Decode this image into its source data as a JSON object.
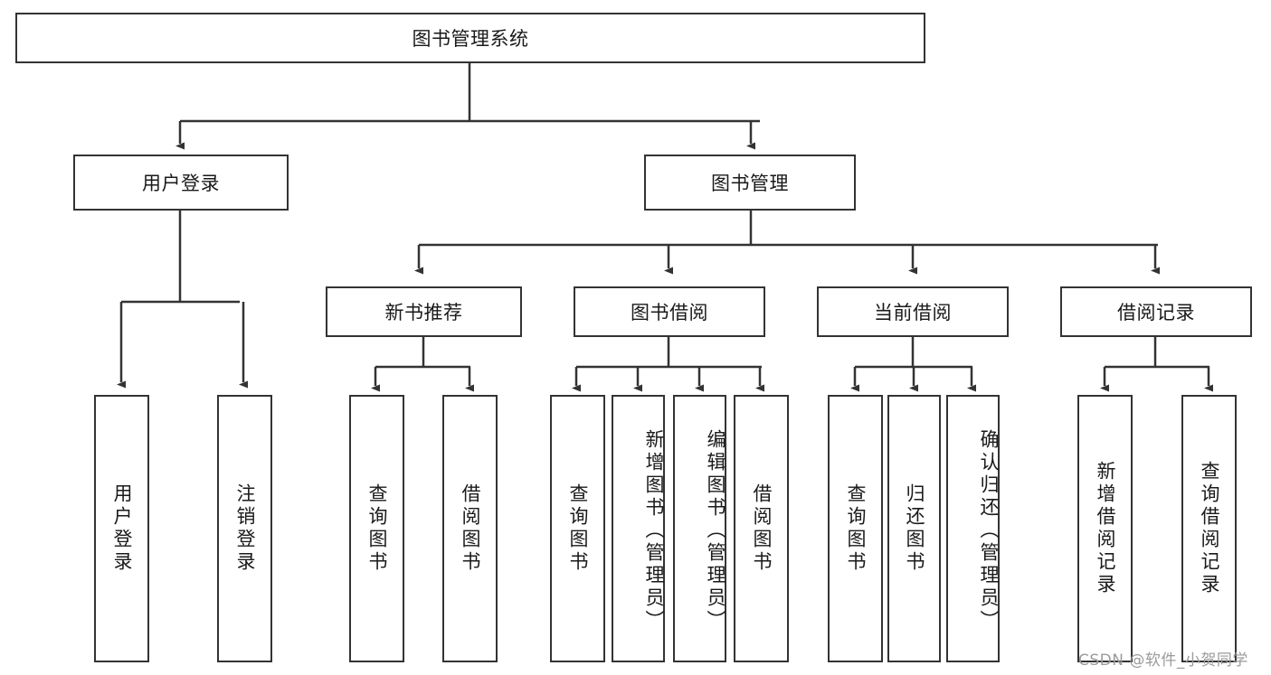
{
  "diagram": {
    "type": "tree-hierarchy",
    "title": "图书管理系统",
    "orientation": "top-down",
    "watermark": "CSDN @软件_小贺同学",
    "colors": {
      "border": "#333333",
      "background": "#ffffff",
      "text": "#1a1a1a",
      "watermark": "#9b9b9b"
    },
    "nodes": {
      "root": {
        "label": "图书管理系统",
        "level": 0
      },
      "level1": [
        {
          "id": "user-login",
          "label": "用户登录"
        },
        {
          "id": "book-management",
          "label": "图书管理"
        }
      ],
      "level2": [
        {
          "id": "new-book-recommend",
          "label": "新书推荐",
          "parent": "book-management"
        },
        {
          "id": "book-borrow",
          "label": "图书借阅",
          "parent": "book-management"
        },
        {
          "id": "current-borrow",
          "label": "当前借阅",
          "parent": "book-management"
        },
        {
          "id": "borrow-record",
          "label": "借阅记录",
          "parent": "book-management"
        }
      ],
      "leaves": [
        {
          "id": "leaf-user-login",
          "label": "用户登录",
          "parent": "user-login"
        },
        {
          "id": "leaf-logout",
          "label": "注销登录",
          "parent": "user-login"
        },
        {
          "id": "leaf-query-book-1",
          "label": "查询图书",
          "parent": "new-book-recommend"
        },
        {
          "id": "leaf-borrow-book-1",
          "label": "借阅图书",
          "parent": "new-book-recommend"
        },
        {
          "id": "leaf-query-book-2",
          "label": "查询图书",
          "parent": "book-borrow"
        },
        {
          "id": "leaf-add-book",
          "label": "新增图书（管理员）",
          "parent": "book-borrow"
        },
        {
          "id": "leaf-edit-book",
          "label": "编辑图书（管理员）",
          "parent": "book-borrow"
        },
        {
          "id": "leaf-borrow-book-2",
          "label": "借阅图书",
          "parent": "book-borrow"
        },
        {
          "id": "leaf-query-book-3",
          "label": "查询图书",
          "parent": "current-borrow"
        },
        {
          "id": "leaf-return-book",
          "label": "归还图书",
          "parent": "current-borrow"
        },
        {
          "id": "leaf-confirm-return",
          "label": "确认归还（管理员）",
          "parent": "current-borrow"
        },
        {
          "id": "leaf-add-record",
          "label": "新增借阅记录",
          "parent": "borrow-record"
        },
        {
          "id": "leaf-query-record",
          "label": "查询借阅记录",
          "parent": "borrow-record"
        }
      ]
    }
  }
}
